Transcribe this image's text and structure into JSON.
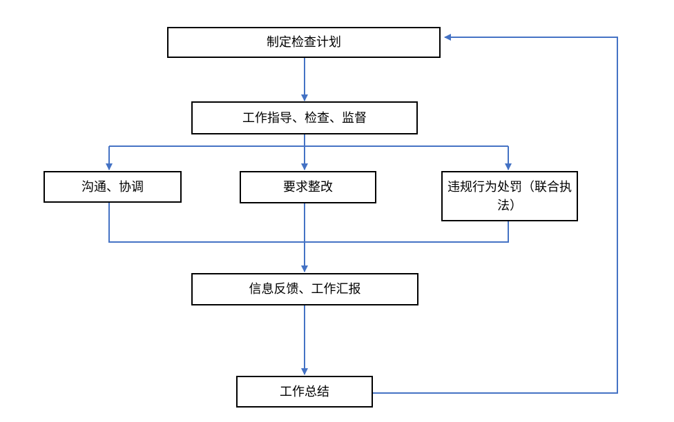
{
  "colors": {
    "connector": "#4472C4",
    "node_border": "#000000",
    "node_fill": "#ffffff",
    "canvas": "#ffffff"
  },
  "diagram": {
    "type": "flowchart",
    "nodes": [
      {
        "id": "plan",
        "label": "制定检查计划"
      },
      {
        "id": "guidance",
        "label": "工作指导、检查、监督"
      },
      {
        "id": "communicate",
        "label": "沟通、协调"
      },
      {
        "id": "rectify",
        "label": "要求整改"
      },
      {
        "id": "punish",
        "label": "违规行为处罚（联合执法）"
      },
      {
        "id": "report",
        "label": "信息反馈、工作汇报"
      },
      {
        "id": "summary",
        "label": "工作总结"
      }
    ],
    "edges": [
      {
        "from": "plan",
        "to": "guidance"
      },
      {
        "from": "guidance",
        "to": "communicate"
      },
      {
        "from": "guidance",
        "to": "rectify"
      },
      {
        "from": "guidance",
        "to": "punish"
      },
      {
        "from": "communicate",
        "to": "report"
      },
      {
        "from": "rectify",
        "to": "report"
      },
      {
        "from": "punish",
        "to": "report"
      },
      {
        "from": "report",
        "to": "summary"
      },
      {
        "from": "summary",
        "to": "plan"
      }
    ]
  }
}
